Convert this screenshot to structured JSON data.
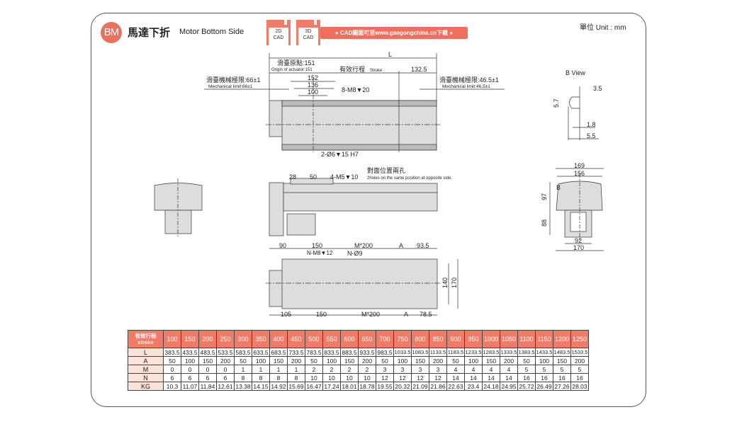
{
  "header": {
    "badge": "BM",
    "title_zh": "馬達下折",
    "title_en": "Motor Bottom Side",
    "cad_2d": [
      "2D",
      "CAD"
    ],
    "cad_3d": [
      "3D",
      "CAD"
    ],
    "download": "● CAD圖面可至www.gaogongchina.cn下載 ●",
    "unit": "單位 Unit : mm",
    "accent": "#ef6f5c"
  },
  "top_view": {
    "L": "L",
    "origin_zh": "滑臺原點:151",
    "origin_en": "Origin of actuator:151",
    "stroke_zh": "有效行程",
    "stroke_en": "Stroke",
    "d1325": "132.5",
    "limit_left_zh": "滑臺機械極限:66±1",
    "limit_left_en": "Mechanical limit:66±1",
    "limit_right_zh": "滑臺機械極限:46.5±1",
    "limit_right_en": "Mechanical limit:46.5±1",
    "d152": "152",
    "d136": "136",
    "d100": "100",
    "holes_top": "8-M8▼20",
    "holes_pin": "2-Ø6▼15 H7"
  },
  "side_view": {
    "d28": "28",
    "d50": "50",
    "holes": "4-M5▼10",
    "note_zh": "對面位置兩孔",
    "note_en": "2holes on the same position at opposite side."
  },
  "bottom_view": {
    "d90": "90",
    "d150": "150",
    "m200": "M*200",
    "a": "A",
    "d935": "93.5",
    "nm8": "N-M8▼12",
    "n9": "N-Ø9",
    "d105": "105",
    "d785": "78.5",
    "d140": "140",
    "d170": "170"
  },
  "b_view": {
    "title": "B  View",
    "d35": "3.5",
    "d57": "5.7",
    "d18": "1.8",
    "d55": "5.5"
  },
  "end_view": {
    "d169": "169",
    "d156": "156",
    "b": "B",
    "d97": "97",
    "d88": "88",
    "d92": "92",
    "d170": "170"
  },
  "spec_table": {
    "header_label": [
      "有效行程",
      "stroke"
    ],
    "strokes": [
      "100",
      "150",
      "200",
      "250",
      "300",
      "350",
      "400",
      "450",
      "500",
      "550",
      "600",
      "650",
      "700",
      "750",
      "800",
      "850",
      "900",
      "950",
      "1000",
      "1050",
      "1100",
      "1150",
      "1200",
      "1250"
    ],
    "rows": [
      {
        "label": "L",
        "values": [
          "383.5",
          "433.5",
          "483.5",
          "533.5",
          "583.5",
          "633.5",
          "683.5",
          "733.5",
          "783.5",
          "833.5",
          "883.5",
          "933.5",
          "983.5",
          "1033.5",
          "1083.5",
          "1133.5",
          "1183.5",
          "1233.5",
          "1283.5",
          "1333.5",
          "1383.5",
          "1433.5",
          "1483.5",
          "1533.5"
        ]
      },
      {
        "label": "A",
        "values": [
          "50",
          "100",
          "150",
          "200",
          "50",
          "100",
          "150",
          "200",
          "50",
          "100",
          "150",
          "200",
          "50",
          "100",
          "150",
          "200",
          "50",
          "100",
          "150",
          "200",
          "50",
          "100",
          "150",
          "200"
        ]
      },
      {
        "label": "M",
        "values": [
          "0",
          "0",
          "0",
          "0",
          "1",
          "1",
          "1",
          "1",
          "2",
          "2",
          "2",
          "2",
          "3",
          "3",
          "3",
          "3",
          "4",
          "4",
          "4",
          "4",
          "5",
          "5",
          "5",
          "5"
        ]
      },
      {
        "label": "N",
        "values": [
          "6",
          "6",
          "6",
          "6",
          "8",
          "8",
          "8",
          "8",
          "10",
          "10",
          "10",
          "10",
          "12",
          "12",
          "12",
          "12",
          "14",
          "14",
          "14",
          "14",
          "16",
          "16",
          "16",
          "16"
        ]
      },
      {
        "label": "KG",
        "values": [
          "10.3",
          "11.07",
          "11.84",
          "12.61",
          "13.38",
          "14.15",
          "14.92",
          "15.69",
          "16.47",
          "17.24",
          "18.01",
          "18.78",
          "19.55",
          "20.32",
          "21.09",
          "21.86",
          "22.63",
          "23.4",
          "24.18",
          "24.95",
          "25.72",
          "26.49",
          "27.26",
          "28.03"
        ]
      }
    ]
  }
}
